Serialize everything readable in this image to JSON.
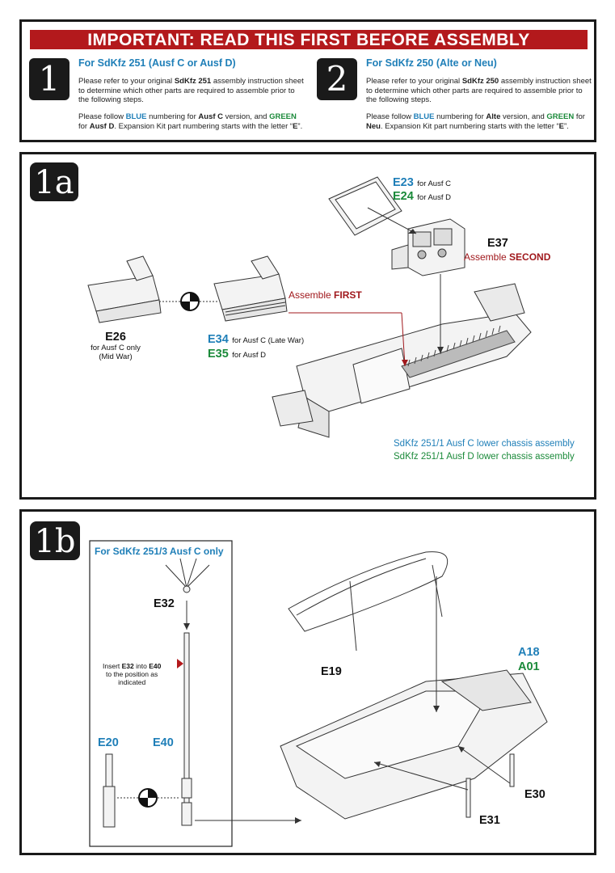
{
  "header": {
    "banner": "IMPORTANT: READ THIS FIRST BEFORE ASSEMBLY",
    "col1": {
      "number": "1",
      "title": "For SdKfz 251 (Ausf C or Ausf D)",
      "p1_a": "Please refer to your original ",
      "p1_b": "SdKfz 251",
      "p1_c": " assembly instruction sheet to determine which other parts are required to assemble prior to the following steps.",
      "p2_a": "Please follow ",
      "p2_blue": "BLUE",
      "p2_b": " numbering for ",
      "p2_c": "Ausf C",
      "p2_d": " version, and ",
      "p2_green": "GREEN",
      "p2_e": " for ",
      "p2_f": "Ausf D",
      "p2_g": ".  Expansion Kit part numbering starts with the letter “",
      "p2_h": "E",
      "p2_i": "”."
    },
    "col2": {
      "number": "2",
      "title": "For SdKfz 250 (Alte or Neu)",
      "p1_a": "Please refer to your original ",
      "p1_b": "SdKfz 250",
      "p1_c": " assembly instruction sheet to determine which other parts are required to assemble prior to the following steps.",
      "p2_a": "Please follow ",
      "p2_blue": "BLUE",
      "p2_b": " numbering for ",
      "p2_c": "Alte",
      "p2_d": " version, and ",
      "p2_green": "GREEN",
      "p2_e": " for ",
      "p2_f": "Neu",
      "p2_g": ". Expansion Kit part numbering starts with the letter “",
      "p2_h": "E",
      "p2_i": "”."
    }
  },
  "step1a": {
    "tag": "1a",
    "e23": "E23",
    "e23_sub": "for Ausf C",
    "e24": "E24",
    "e24_sub": "for Ausf D",
    "e37": "E37",
    "assemble_second_a": "Assemble ",
    "assemble_second_b": "SECOND",
    "assemble_first_a": "Assemble ",
    "assemble_first_b": "FIRST",
    "e26": "E26",
    "e26_sub1": "for Ausf C only",
    "e26_sub2": "(Mid War)",
    "e34": "E34",
    "e34_sub": "for Ausf C (Late War)",
    "e35": "E35",
    "e35_sub": "for Ausf D",
    "caption_c": "SdKfz 251/1 Ausf C lower chassis assembly",
    "caption_d": "SdKfz 251/1 Ausf D lower chassis assembly"
  },
  "step1b": {
    "tag": "1b",
    "inset_title": "For SdKfz 251/3 Ausf C only",
    "e32": "E32",
    "insert_a": "Insert ",
    "insert_b": "E32",
    "insert_c": " into ",
    "insert_d": "E40",
    "insert_line2": "to the position as",
    "insert_line3": "indicated",
    "e20": "E20",
    "e40": "E40",
    "e19": "E19",
    "a18": "A18",
    "a01": "A01",
    "e30": "E30",
    "e31": "E31"
  },
  "colors": {
    "blue": "#1f7fb8",
    "green": "#1b8a3a",
    "red": "#a0181c",
    "banner": "#b3191c"
  }
}
